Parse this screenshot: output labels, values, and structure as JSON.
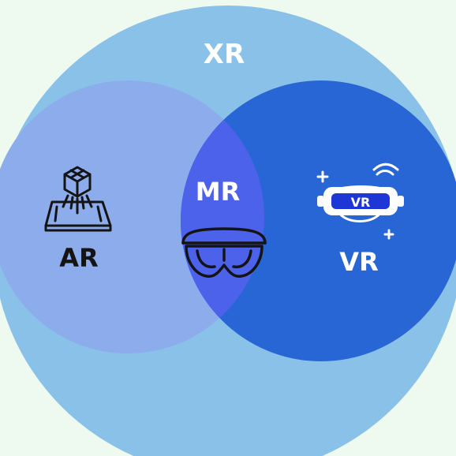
{
  "diagram": {
    "outer": {
      "label": "XR"
    },
    "left": {
      "label": "AR",
      "icon": "ar-hologram-icon"
    },
    "center": {
      "label": "MR",
      "icon": "mr-headset-icon"
    },
    "right": {
      "label": "VR",
      "icon": "vr-headset-icon",
      "headset_text": "VR"
    }
  },
  "colors": {
    "background": "#eefaf0",
    "xr": "#89c1e8",
    "ar": "#8cacec",
    "vr": "#2866d5",
    "mr": "#4c62ea",
    "dark_text": "#141414",
    "light_text": "#ffffff",
    "vr_icon": "#1e36d6"
  }
}
